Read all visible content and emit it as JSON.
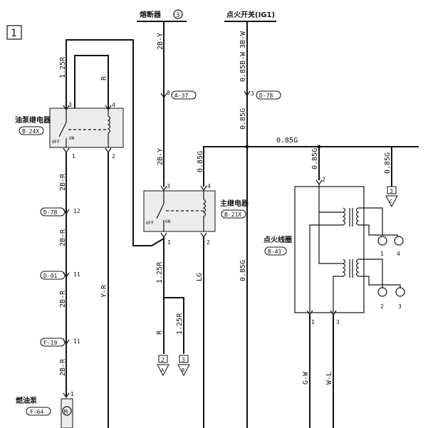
{
  "diagram": {
    "panel_number": "1",
    "headers": {
      "fuse": "熔断器",
      "fuse_no": "3",
      "ignition": "点火开关(IG1)"
    },
    "components": {
      "pump_relay": {
        "name": "油泵继电器",
        "code": "B-24X"
      },
      "main_relay": {
        "name": "主继电器",
        "code": "B-21X"
      },
      "ignition_coil": {
        "name": "点火线圈",
        "code": "B-41"
      },
      "fuel_pump": {
        "name": "燃油泵",
        "code": "F-64"
      }
    },
    "connectors": {
      "a37": "A-37",
      "d78": "D-78",
      "d01": "D-01",
      "f19": "F-19"
    },
    "wires": {
      "w125r": "1.25R",
      "r": "R",
      "w2br": "2B-R",
      "yr": "Y-R",
      "w2by": "2B-Y",
      "w085g": "0.85G",
      "w3bw": "3B-W",
      "w085bw": "0.85B-W",
      "lg": "LG",
      "gw": "G-W",
      "wl": "W-L"
    },
    "contacts": {
      "off": "OFF",
      "on": "ON"
    },
    "pins": {
      "p1": "1",
      "p2": "2",
      "p3": "3",
      "p4": "4",
      "p8": "8",
      "p11": "11",
      "p12": "12"
    },
    "offpage": {
      "a": "A",
      "b": "B",
      "c": "C",
      "n2": "2",
      "n3": "3"
    },
    "plugs": {
      "m": "M"
    }
  }
}
